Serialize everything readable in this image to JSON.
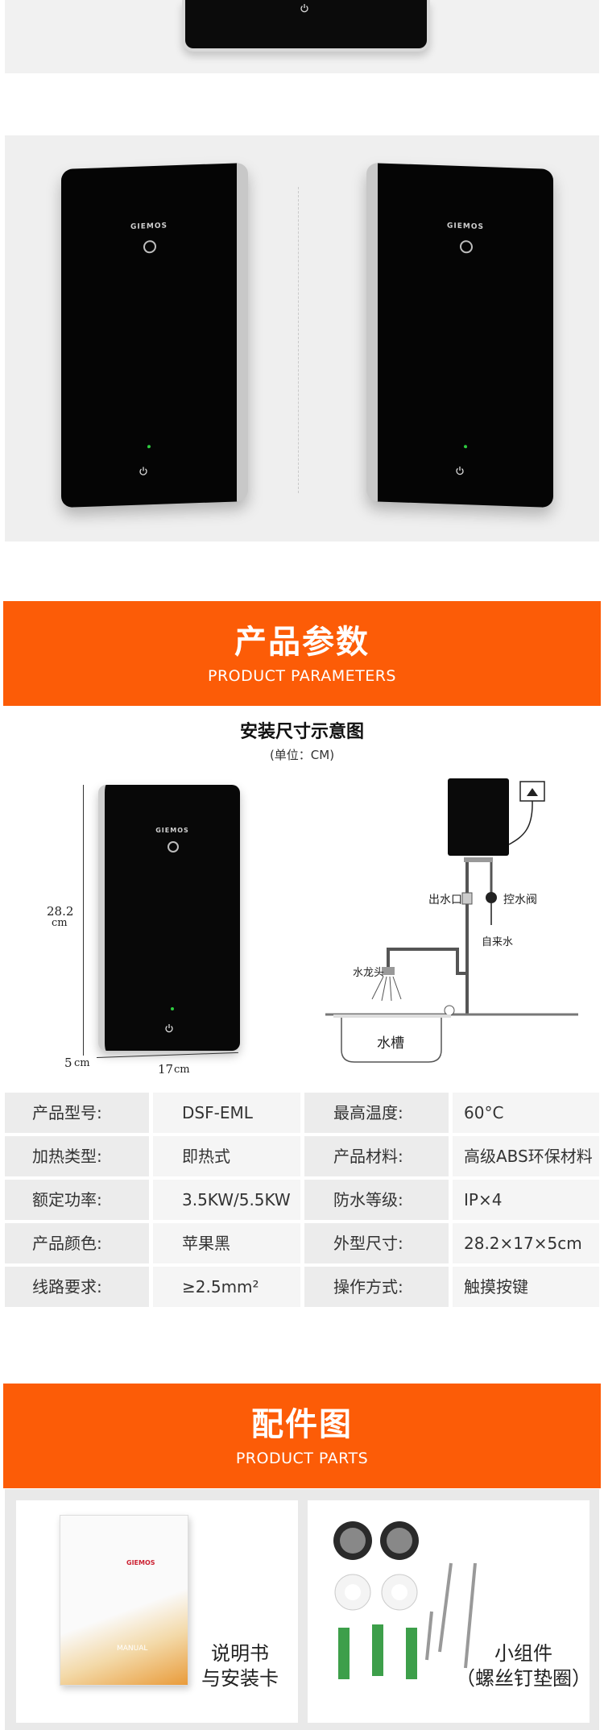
{
  "brand": "GIEMOS",
  "colors": {
    "accent": "#fc5c07",
    "device": "#050505",
    "led": "#2ecc40"
  },
  "banner_params": {
    "title_cn": "产品参数",
    "title_en": "PRODUCT PARAMETERS"
  },
  "diagram": {
    "title": "安装尺寸示意图",
    "unit": "(单位：CM)",
    "height_value": "28.2",
    "height_unit": "cm",
    "depth_value": "5",
    "depth_unit": "cm",
    "width_value": "17",
    "width_unit": "cm",
    "labels": {
      "outlet": "出水口",
      "valve": "控水阀",
      "tap_water": "自来水",
      "faucet": "水龙头",
      "sink": "水槽"
    }
  },
  "specs": [
    {
      "k1": "产品型号:",
      "v1": "DSF-EML",
      "k2": "最高温度:",
      "v2": "60°C"
    },
    {
      "k1": "加热类型:",
      "v1": "即热式",
      "k2": "产品材料:",
      "v2": "高级ABS环保材料"
    },
    {
      "k1": "额定功率:",
      "v1": "3.5KW/5.5KW",
      "k2": "防水等级:",
      "v2": "IP×4"
    },
    {
      "k1": "产品颜色:",
      "v1": "苹果黑",
      "k2": "外型尺寸:",
      "v2": "28.2×17×5cm"
    },
    {
      "k1": "线路要求:",
      "v1": "≥2.5mm²",
      "k2": "操作方式:",
      "v2": "触摸按键"
    }
  ],
  "banner_parts": {
    "title_cn": "配件图",
    "title_en": "PRODUCT PARTS"
  },
  "parts": {
    "manual_line1": "说明书",
    "manual_line2": "与安装卡",
    "small_line1": "小组件",
    "small_line2": "（螺丝钉垫圈）",
    "manual_cover_en": "MANUAL"
  }
}
